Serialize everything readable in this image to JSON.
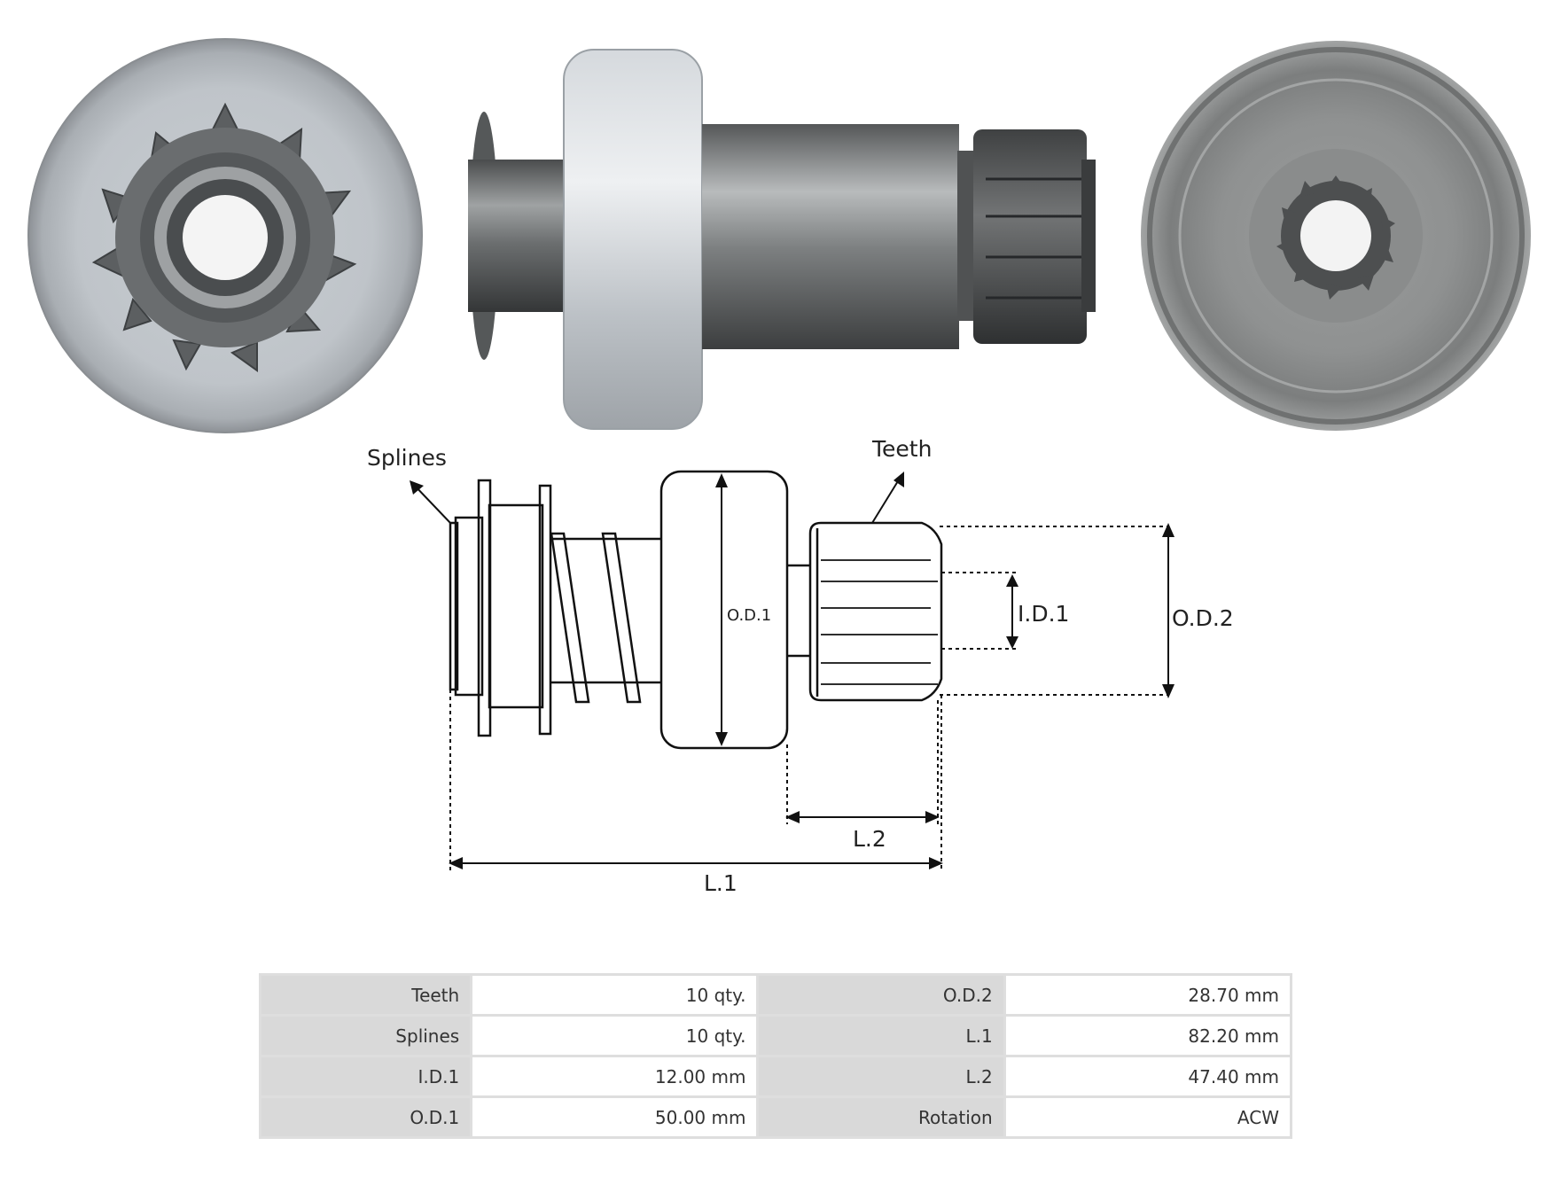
{
  "callouts": {
    "splines": "Splines",
    "teeth": "Teeth"
  },
  "dimensions": {
    "od1": "O.D.1",
    "id1": "I.D.1",
    "od2": "O.D.2",
    "l1": "L.1",
    "l2": "L.2"
  },
  "specs": [
    [
      {
        "label": "Teeth",
        "value": "10 qty."
      },
      {
        "label": "O.D.2",
        "value": "28.70 mm"
      }
    ],
    [
      {
        "label": "Splines",
        "value": "10 qty."
      },
      {
        "label": "L.1",
        "value": "82.20 mm"
      }
    ],
    [
      {
        "label": "I.D.1",
        "value": "12.00 mm"
      },
      {
        "label": "L.2",
        "value": "47.40 mm"
      }
    ],
    [
      {
        "label": "O.D.1",
        "value": "50.00 mm"
      },
      {
        "label": "Rotation",
        "value": "ACW"
      }
    ]
  ]
}
